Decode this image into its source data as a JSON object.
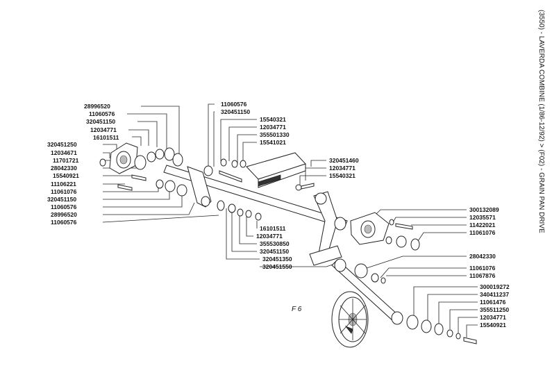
{
  "title": "(3550) - LAVERDA COMBINE (1/86-12/92) > (F02) - GRAIN PAN DRIVE",
  "figure_label": "F 6",
  "labels_left": [
    "28996520",
    "11060576",
    "320451150",
    "12034771",
    "16101511",
    "320451250",
    "12034671",
    "11701721",
    "28042330",
    "15540921",
    "11106221",
    "11061076",
    "320451150",
    "11060576",
    "28996520",
    "11060576"
  ],
  "labels_top": [
    "11060576",
    "320451150",
    "15540321",
    "12034771",
    "355501330",
    "15541021"
  ],
  "labels_mid": [
    "320451460",
    "12034771",
    "15540321"
  ],
  "labels_center": [
    "16101511",
    "12034771",
    "355530850",
    "320451150",
    "320451350",
    "320451550"
  ],
  "labels_right_upper": [
    "300132089",
    "12035571",
    "11422021",
    "11061076"
  ],
  "labels_right_mid": [
    "28042330",
    "11061076",
    "11067876"
  ],
  "labels_right_lower": [
    "300019272",
    "340411237",
    "11061476",
    "355511250",
    "12034771",
    "15540921"
  ]
}
